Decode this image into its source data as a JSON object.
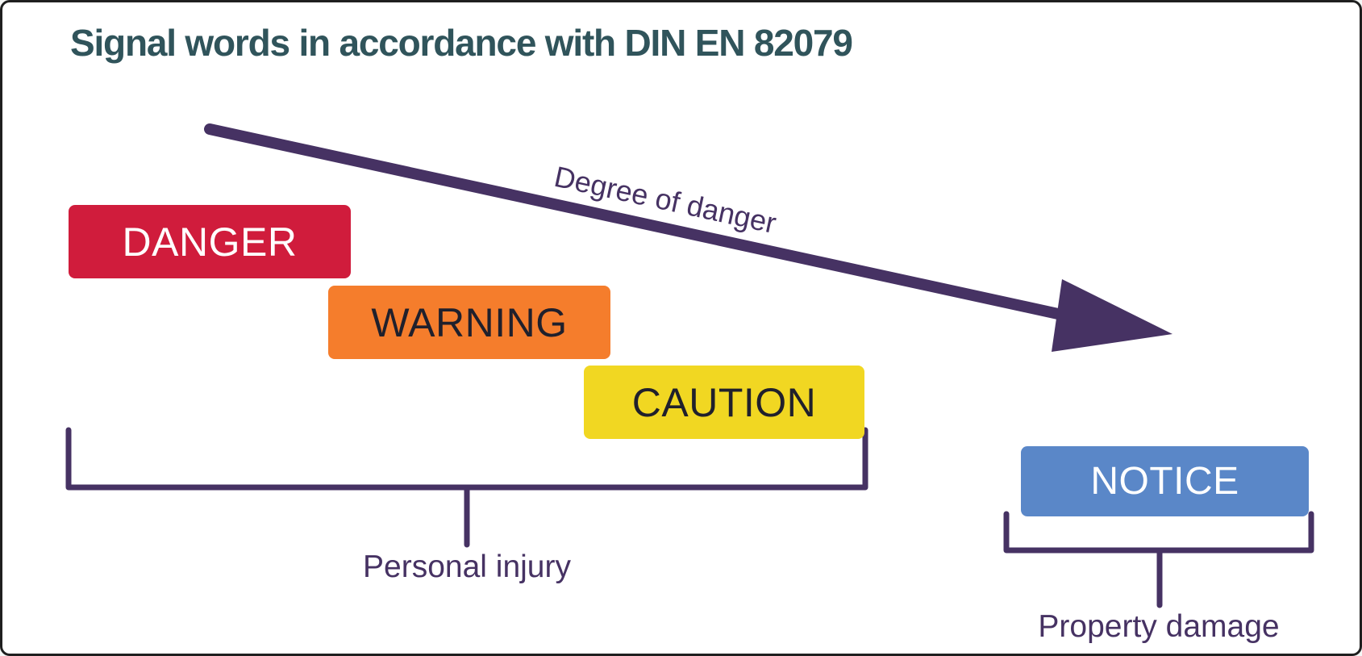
{
  "title": {
    "text": "Signal words in accordance with DIN EN 82079",
    "color": "#30545b"
  },
  "arrow": {
    "label": "Degree of danger",
    "direction": "descending-left-to-right"
  },
  "signal_words": [
    {
      "label": "DANGER",
      "bg": "#d01c3c",
      "text_color": "#ffffff"
    },
    {
      "label": "WARNING",
      "bg": "#f57d2c",
      "text_color": "#20202c"
    },
    {
      "label": "CAUTION",
      "bg": "#f1d722",
      "text_color": "#20202c"
    },
    {
      "label": "NOTICE",
      "bg": "#5a87c8",
      "text_color": "#ffffff"
    }
  ],
  "groups": [
    {
      "label": "Personal injury",
      "covers": [
        "DANGER",
        "WARNING",
        "CAUTION"
      ]
    },
    {
      "label": "Property damage",
      "covers": [
        "NOTICE"
      ]
    }
  ],
  "palette": {
    "accent_purple": "#463263",
    "border": "#1f1f1f",
    "canvas_bg": "#ffffff"
  }
}
